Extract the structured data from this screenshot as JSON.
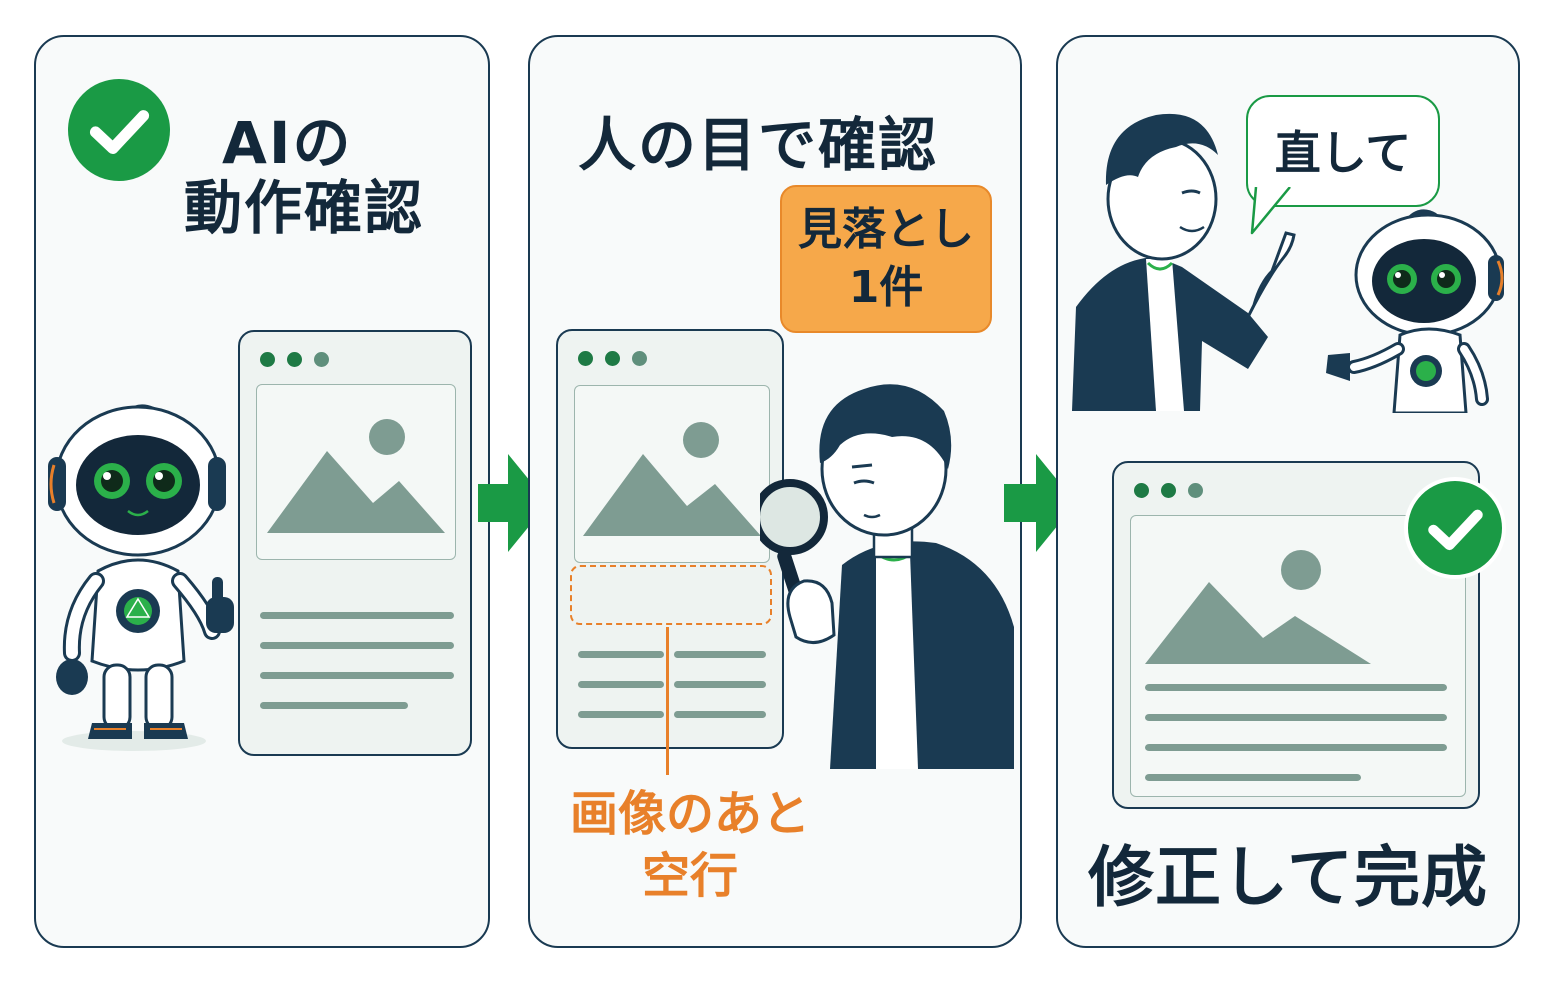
{
  "colors": {
    "navy": "#1a3a52",
    "green": "#1a9a45",
    "orange": "#e8802a",
    "badge_fill": "#f6a84a",
    "gray_line": "#7e9c92"
  },
  "steps": [
    {
      "title_line1": "AIの",
      "title_line2": "動作確認",
      "icon": "check-circle-icon"
    },
    {
      "title": "人の目で確認",
      "badge_line1": "見落とし",
      "badge_line2": "1件",
      "callout_line1": "画像のあと",
      "callout_line2": "空行",
      "icon": "magnifying-glass-icon"
    },
    {
      "speech": "直して",
      "title": "修正して完成",
      "icon": "check-circle-icon"
    }
  ],
  "connectors": [
    "arrow-right-icon",
    "arrow-right-icon"
  ]
}
